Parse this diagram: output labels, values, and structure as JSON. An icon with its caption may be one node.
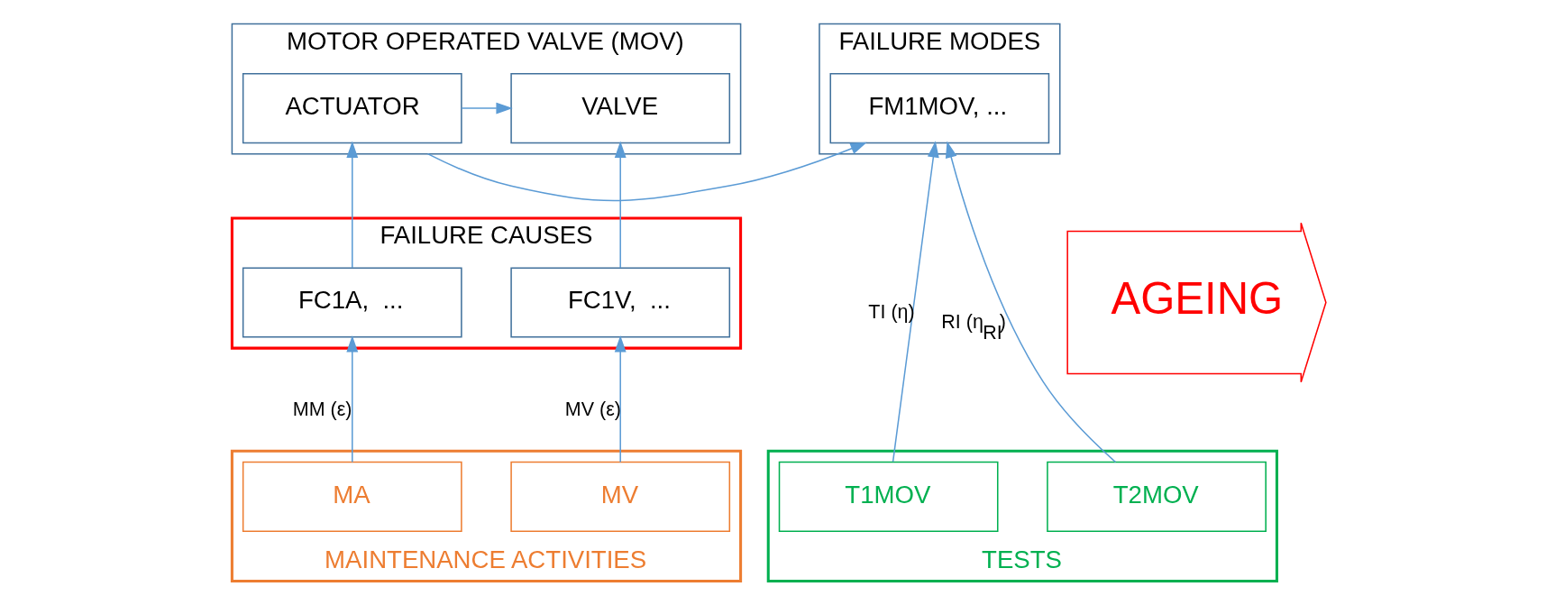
{
  "diagram": {
    "nodes": [
      {
        "text": [
          "MOTOR OPERATED VALVE (MOV)"
        ]
      },
      {
        "text": [
          "ACTUATOR"
        ],
        "in": 0
      },
      {
        "text": [
          "VALVE"
        ],
        "in": 0
      },
      {
        "text": [
          "FAILURE MODES"
        ]
      },
      {
        "text": [
          "FM1MOV, ..."
        ],
        "in": 3
      },
      {
        "text": [
          "AGEING"
        ]
      },
      {
        "text": [
          "FAILURE CAUSES"
        ]
      },
      {
        "text": [
          "FC1A,  ..."
        ],
        "in": 6
      },
      {
        "text": [
          "FC1V,  ..."
        ],
        "in": 6
      },
      {
        "text": [
          "MAINTENANCE ACTIVITIES"
        ]
      },
      {
        "text": [
          "MA"
        ],
        "in": 9
      },
      {
        "text": [
          "MV"
        ],
        "in": 9
      },
      {
        "text": [
          "TESTS"
        ]
      },
      {
        "text": [
          "T1MOV"
        ],
        "in": 12
      },
      {
        "text": [
          "T2MOV"
        ],
        "in": 12
      }
    ],
    "edges": [
      {
        "from": 1,
        "to": 2,
        "arrow": "to"
      },
      {
        "from": 0,
        "to": 4,
        "arrow": "to"
      },
      {
        "from": 7,
        "to": 1,
        "arrow": "to"
      },
      {
        "from": 8,
        "to": 2,
        "arrow": "to"
      },
      {
        "from": 10,
        "to": 7,
        "arrow": "to",
        "label": "MM (ε)"
      },
      {
        "from": 11,
        "to": 8,
        "arrow": "to",
        "label": "MV (ε)"
      },
      {
        "from": 13,
        "to": 4,
        "arrow": "to",
        "label": "TI (η)"
      },
      {
        "from": 14,
        "to": 4,
        "arrow": "to",
        "label": "RI (η$_{RI}$)"
      }
    ]
  }
}
